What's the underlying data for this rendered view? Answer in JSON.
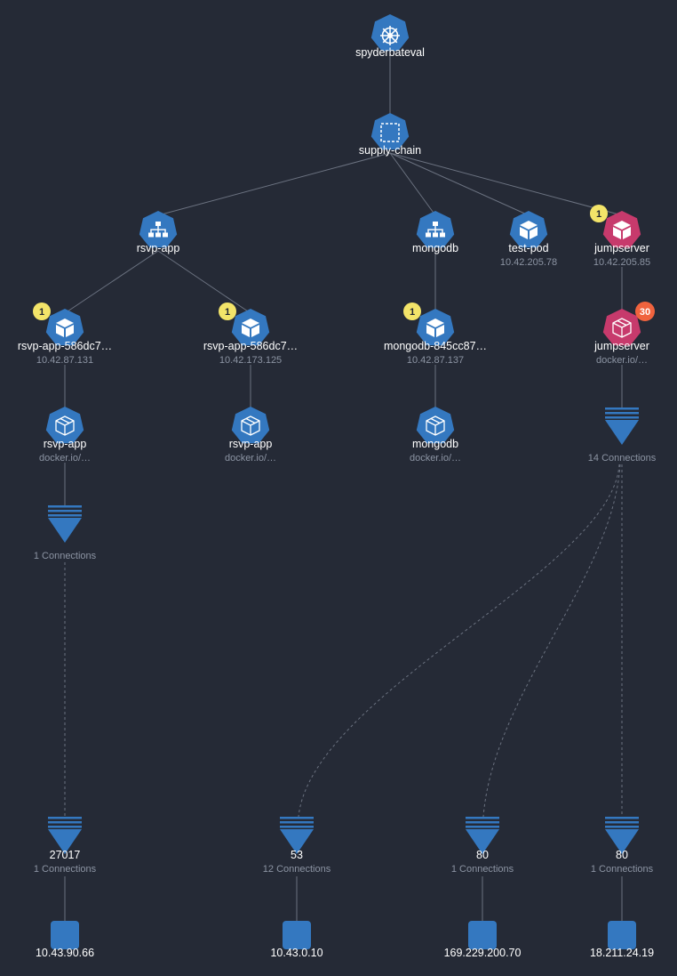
{
  "colors": {
    "background": "#252a36",
    "node_blue": "#3478c0",
    "node_pink": "#c73a6c",
    "badge_yellow": "#f3e469",
    "badge_red": "#f0633e",
    "edge": "#6b7280"
  },
  "nodes": {
    "cluster": {
      "label": "spyderbateval",
      "icon": "helm-wheel-icon"
    },
    "namespace": {
      "label": "supply-chain",
      "icon": "namespace-icon"
    },
    "svc_rsvp": {
      "label": "rsvp-app",
      "icon": "service-icon"
    },
    "svc_mongo": {
      "label": "mongodb",
      "icon": "service-icon"
    },
    "pod_test": {
      "label": "test-pod",
      "sub": "10.42.205.78",
      "icon": "pod-icon"
    },
    "pod_jump": {
      "label": "jumpserver",
      "sub": "10.42.205.85",
      "icon": "pod-icon",
      "badge": "1"
    },
    "pod_rsvp1": {
      "label": "rsvp-app-586dc7…",
      "sub": "10.42.87.131",
      "icon": "pod-icon",
      "badge": "1"
    },
    "pod_rsvp2": {
      "label": "rsvp-app-586dc7…",
      "sub": "10.42.173.125",
      "icon": "pod-icon",
      "badge": "1"
    },
    "pod_mongo": {
      "label": "mongodb-845cc87…",
      "sub": "10.42.87.137",
      "icon": "pod-icon",
      "badge": "1"
    },
    "ctr_jump": {
      "label": "jumpserver",
      "sub": "docker.io/…",
      "icon": "container-icon",
      "badge": "30"
    },
    "ctr_rsvp1": {
      "label": "rsvp-app",
      "sub": "docker.io/…",
      "icon": "container-icon"
    },
    "ctr_rsvp2": {
      "label": "rsvp-app",
      "sub": "docker.io/…",
      "icon": "container-icon"
    },
    "ctr_mongo": {
      "label": "mongodb",
      "sub": "docker.io/…",
      "icon": "container-icon"
    },
    "conn_rsvp": {
      "sub": "1 Connections"
    },
    "conn_jump": {
      "sub": "14 Connections"
    },
    "port_27017": {
      "label": "27017",
      "sub": "1 Connections"
    },
    "port_53": {
      "label": "53",
      "sub": "12 Connections"
    },
    "port_80a": {
      "label": "80",
      "sub": "1 Connections"
    },
    "port_80b": {
      "label": "80",
      "sub": "1 Connections"
    },
    "ip_1": {
      "label": "10.43.90.66"
    },
    "ip_2": {
      "label": "10.43.0.10"
    },
    "ip_3": {
      "label": "169.229.200.70"
    },
    "ip_4": {
      "label": "18.211.24.19"
    }
  }
}
